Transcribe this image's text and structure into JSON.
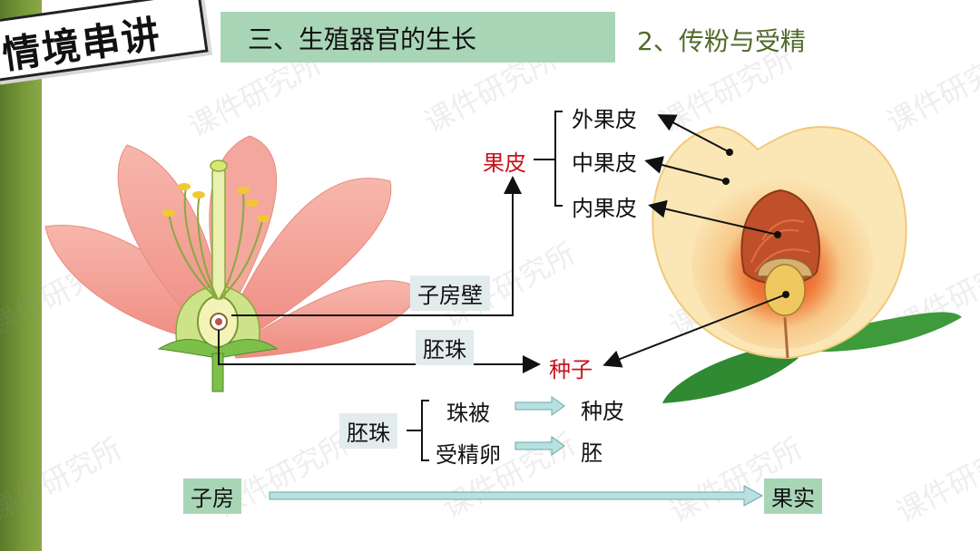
{
  "header": {
    "badge": "情境串讲",
    "title": "三、生殖器官的生长",
    "subtitle": "2、传粉与受精"
  },
  "watermark": "课件研究所",
  "diagram": {
    "fruit_layers": {
      "group_label": "果皮",
      "items": [
        "外果皮",
        "中果皮",
        "内果皮"
      ]
    },
    "flower_parts": {
      "ovary_wall": "子房壁",
      "ovule": "胚珠"
    },
    "seed_label": "种子",
    "ovule_development": {
      "group_label": "胚珠",
      "rows": [
        {
          "from": "珠被",
          "to": "种皮"
        },
        {
          "from": "受精卵",
          "to": "胚"
        }
      ]
    },
    "ovary_to_fruit": {
      "from": "子房",
      "to": "果实"
    }
  },
  "colors": {
    "accent_green": "#a9d5b7",
    "label_red": "#c8121b",
    "subtitle_green": "#4e6b2a",
    "sidebar_green": "#6b8b32",
    "arrow_teal": "#8fc7c8"
  }
}
